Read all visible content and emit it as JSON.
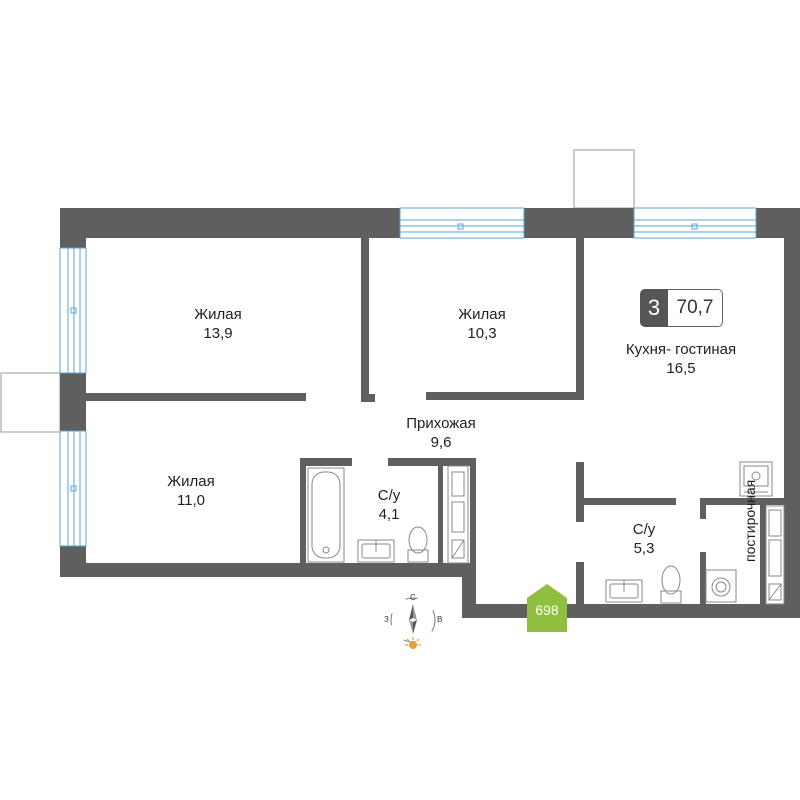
{
  "apartment": {
    "rooms_count": "3",
    "total_area": "70,7",
    "number": "698"
  },
  "rooms": [
    {
      "name": "Жилая",
      "area": "13,9"
    },
    {
      "name": "Жилая",
      "area": "10,3"
    },
    {
      "name": "Кухня- гостиная",
      "area": "16,5"
    },
    {
      "name": "Прихожая",
      "area": "9,6"
    },
    {
      "name": "Жилая",
      "area": "11,0"
    },
    {
      "name": "С/у",
      "area": "4,1"
    },
    {
      "name": "С/у",
      "area": "5,3"
    }
  ],
  "storage": {
    "label": "постирочная"
  },
  "compass": {
    "north": "С",
    "west": "З",
    "east": "В"
  },
  "colors": {
    "wall": "#5f5f5f",
    "window": "#5aa6d6",
    "apt_badge": "#8fbf3f",
    "sun": "#e8a040"
  }
}
